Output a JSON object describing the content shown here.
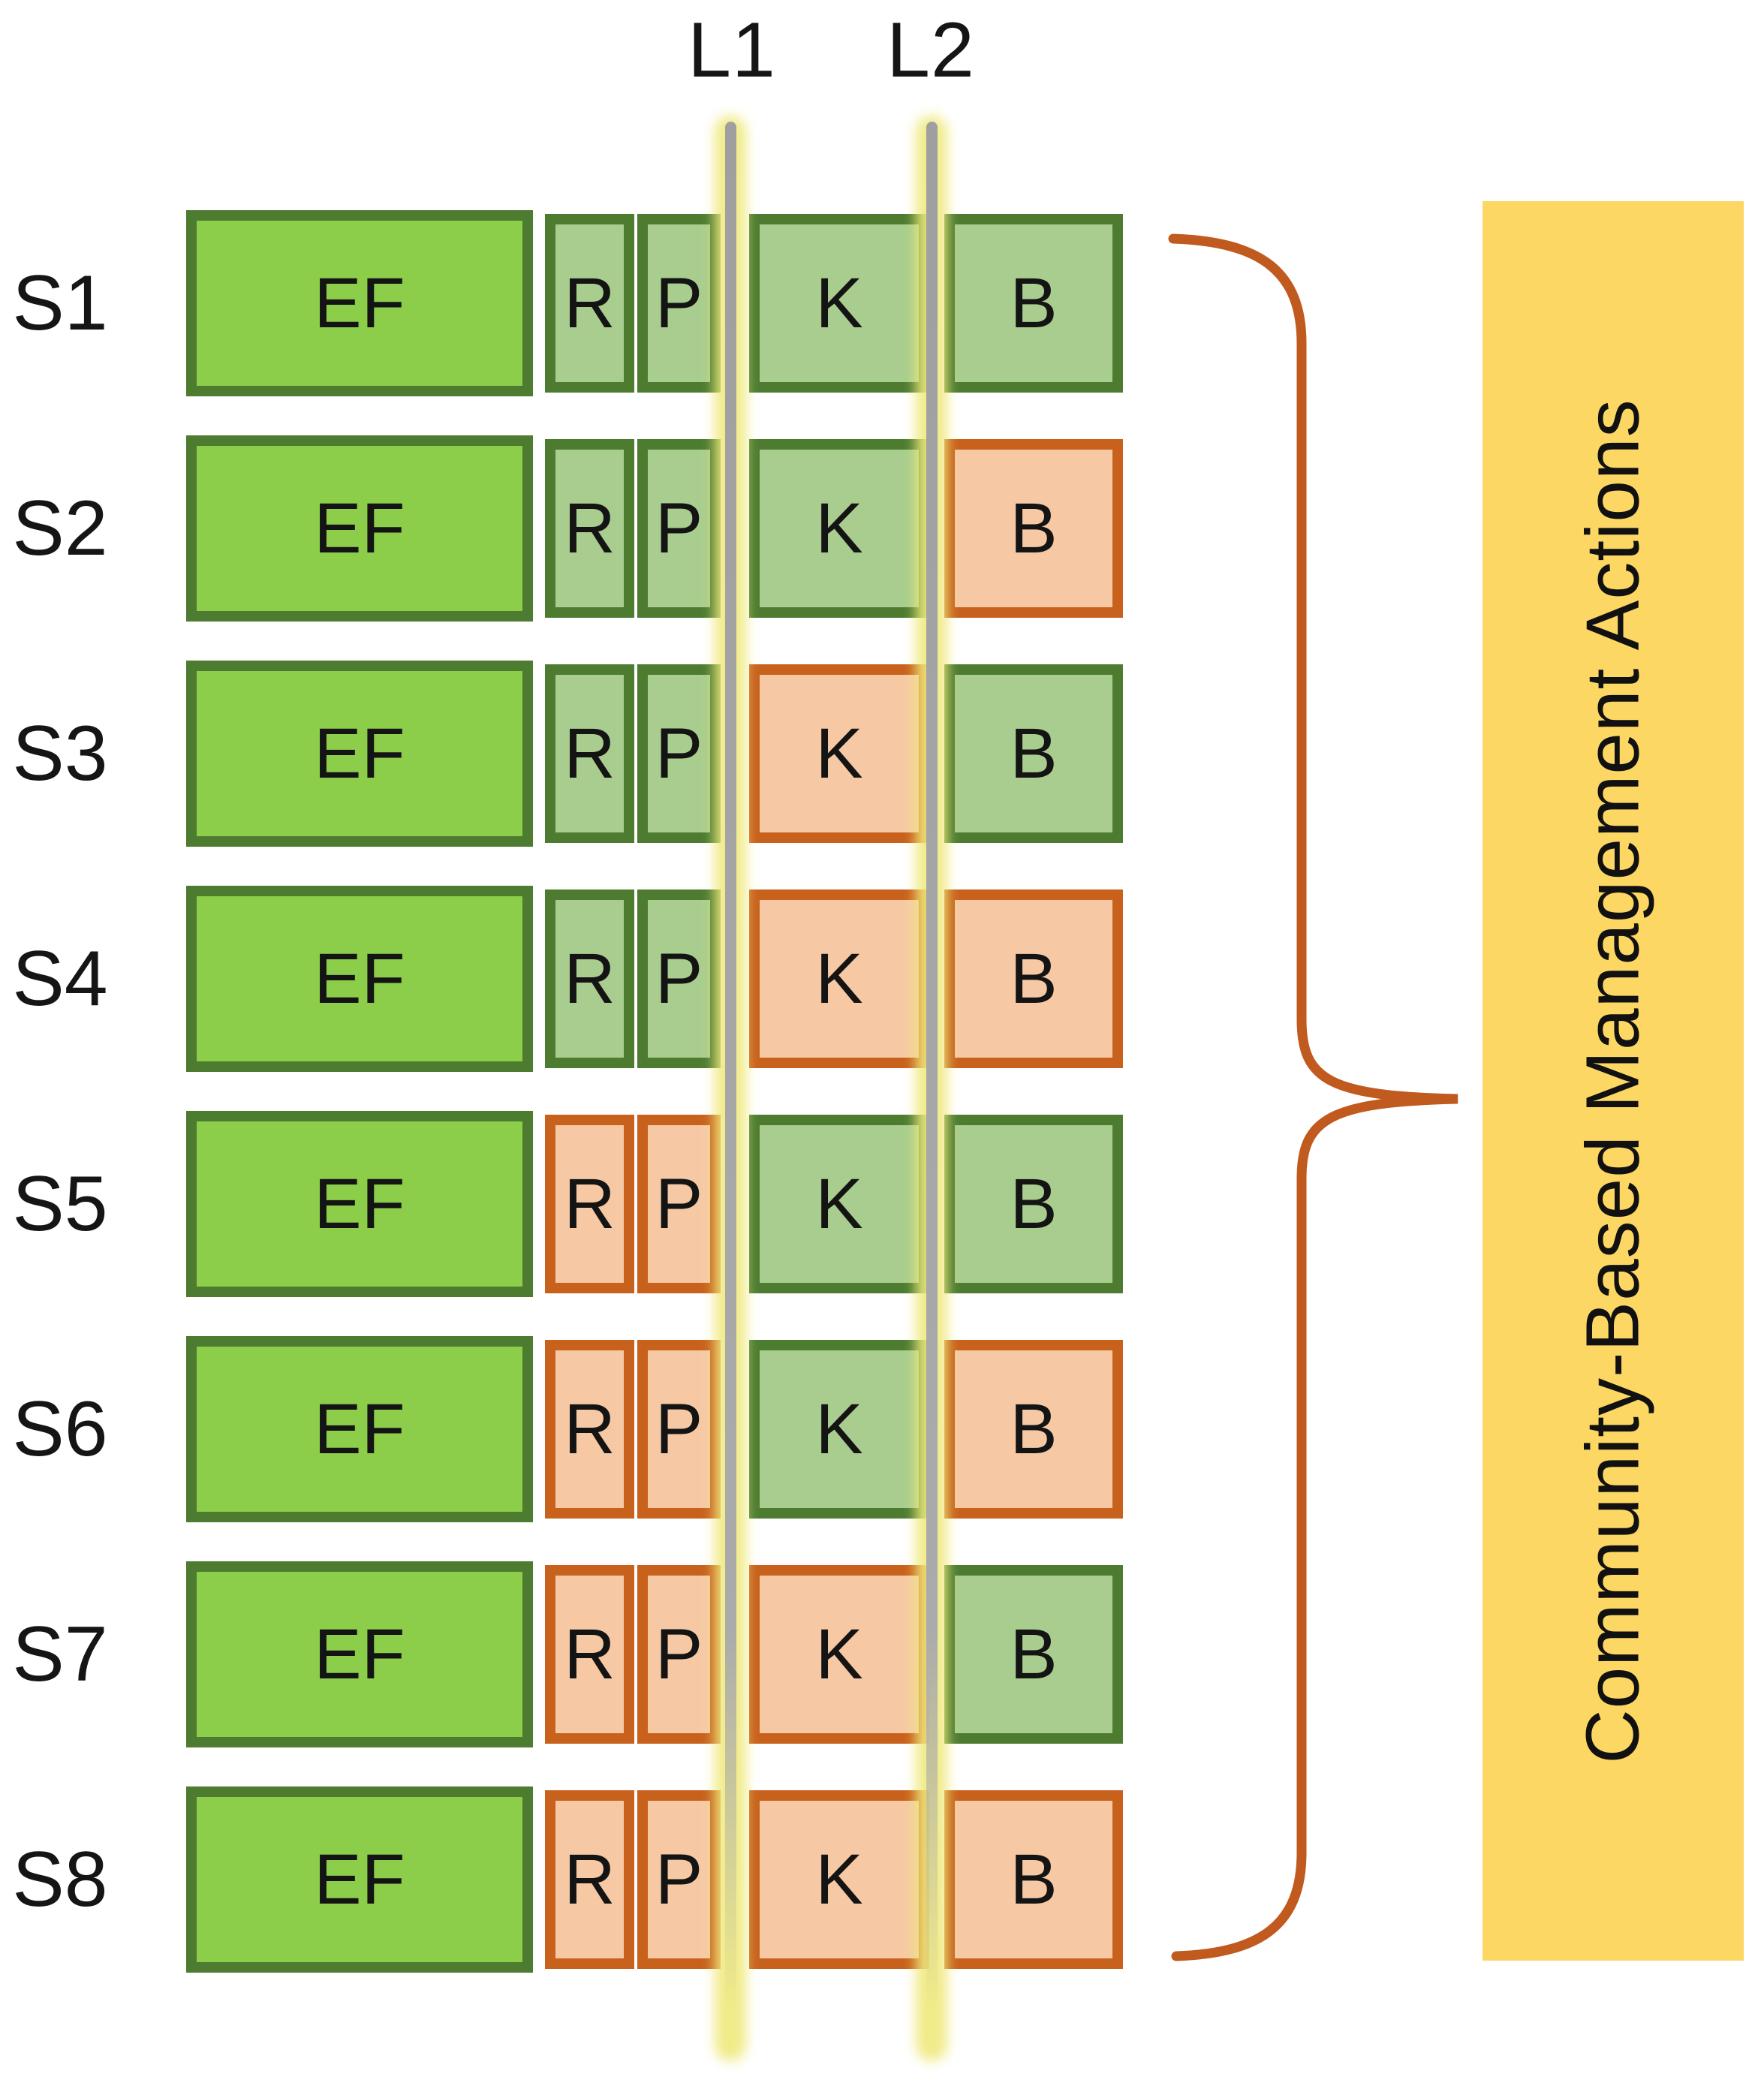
{
  "lines": {
    "l1": {
      "label": "L1"
    },
    "l2": {
      "label": "L2"
    }
  },
  "annotation": {
    "label": "Community-Based Management Actions"
  },
  "scenarios": [
    {
      "label": "S1",
      "cells": [
        {
          "text": "EF",
          "tone": "bright-green"
        },
        {
          "text": "R",
          "tone": "light-green"
        },
        {
          "text": "P",
          "tone": "light-green"
        },
        {
          "text": "K",
          "tone": "light-green"
        },
        {
          "text": "B",
          "tone": "light-green"
        }
      ]
    },
    {
      "label": "S2",
      "cells": [
        {
          "text": "EF",
          "tone": "bright-green"
        },
        {
          "text": "R",
          "tone": "light-green"
        },
        {
          "text": "P",
          "tone": "light-green"
        },
        {
          "text": "K",
          "tone": "light-green"
        },
        {
          "text": "B",
          "tone": "salmon"
        }
      ]
    },
    {
      "label": "S3",
      "cells": [
        {
          "text": "EF",
          "tone": "bright-green"
        },
        {
          "text": "R",
          "tone": "light-green"
        },
        {
          "text": "P",
          "tone": "light-green"
        },
        {
          "text": "K",
          "tone": "salmon"
        },
        {
          "text": "B",
          "tone": "light-green"
        }
      ]
    },
    {
      "label": "S4",
      "cells": [
        {
          "text": "EF",
          "tone": "bright-green"
        },
        {
          "text": "R",
          "tone": "light-green"
        },
        {
          "text": "P",
          "tone": "light-green"
        },
        {
          "text": "K",
          "tone": "salmon"
        },
        {
          "text": "B",
          "tone": "salmon"
        }
      ]
    },
    {
      "label": "S5",
      "cells": [
        {
          "text": "EF",
          "tone": "bright-green"
        },
        {
          "text": "R",
          "tone": "salmon"
        },
        {
          "text": "P",
          "tone": "salmon"
        },
        {
          "text": "K",
          "tone": "light-green"
        },
        {
          "text": "B",
          "tone": "light-green"
        }
      ]
    },
    {
      "label": "S6",
      "cells": [
        {
          "text": "EF",
          "tone": "bright-green"
        },
        {
          "text": "R",
          "tone": "salmon"
        },
        {
          "text": "P",
          "tone": "salmon"
        },
        {
          "text": "K",
          "tone": "light-green"
        },
        {
          "text": "B",
          "tone": "salmon"
        }
      ]
    },
    {
      "label": "S7",
      "cells": [
        {
          "text": "EF",
          "tone": "bright-green"
        },
        {
          "text": "R",
          "tone": "salmon"
        },
        {
          "text": "P",
          "tone": "salmon"
        },
        {
          "text": "K",
          "tone": "salmon"
        },
        {
          "text": "B",
          "tone": "light-green"
        }
      ]
    },
    {
      "label": "S8",
      "cells": [
        {
          "text": "EF",
          "tone": "bright-green"
        },
        {
          "text": "R",
          "tone": "salmon"
        },
        {
          "text": "P",
          "tone": "salmon"
        },
        {
          "text": "K",
          "tone": "salmon"
        },
        {
          "text": "B",
          "tone": "salmon"
        }
      ]
    }
  ],
  "colors": {
    "bright_green": "#8cce49",
    "light_green": "#a9cd8e",
    "salmon": "#f6c9a4",
    "green_border": "#4d7c31",
    "orange_border": "#c8611c",
    "yellow_panel": "#fdd763",
    "line_gray": "#ababab",
    "line_glow": "#efe97c",
    "brace_orange": "#c05a1e"
  }
}
